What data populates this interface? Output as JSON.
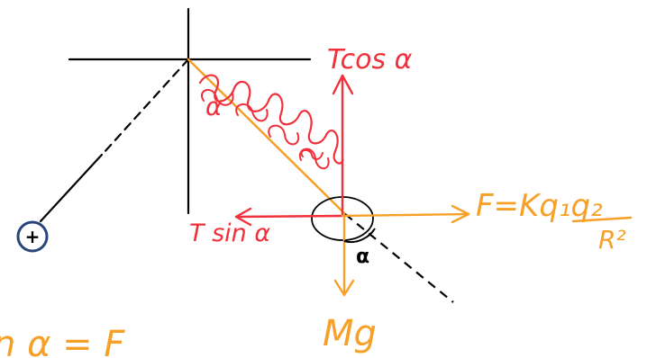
{
  "labels": {
    "charge_sign": "+",
    "t_cos": "Tcos α",
    "t_sin": "T sin α",
    "weight": "Mg",
    "angle_upper": "α",
    "angle_lower": "α",
    "force_numerator": "F=Kq₁q₂",
    "force_denominator": "R²",
    "bottom_equation_fragment": "n α = F"
  },
  "colors": {
    "ink": "#000000",
    "red": "#f0303a",
    "orange": "#f6a027",
    "navy": "#27457a"
  }
}
